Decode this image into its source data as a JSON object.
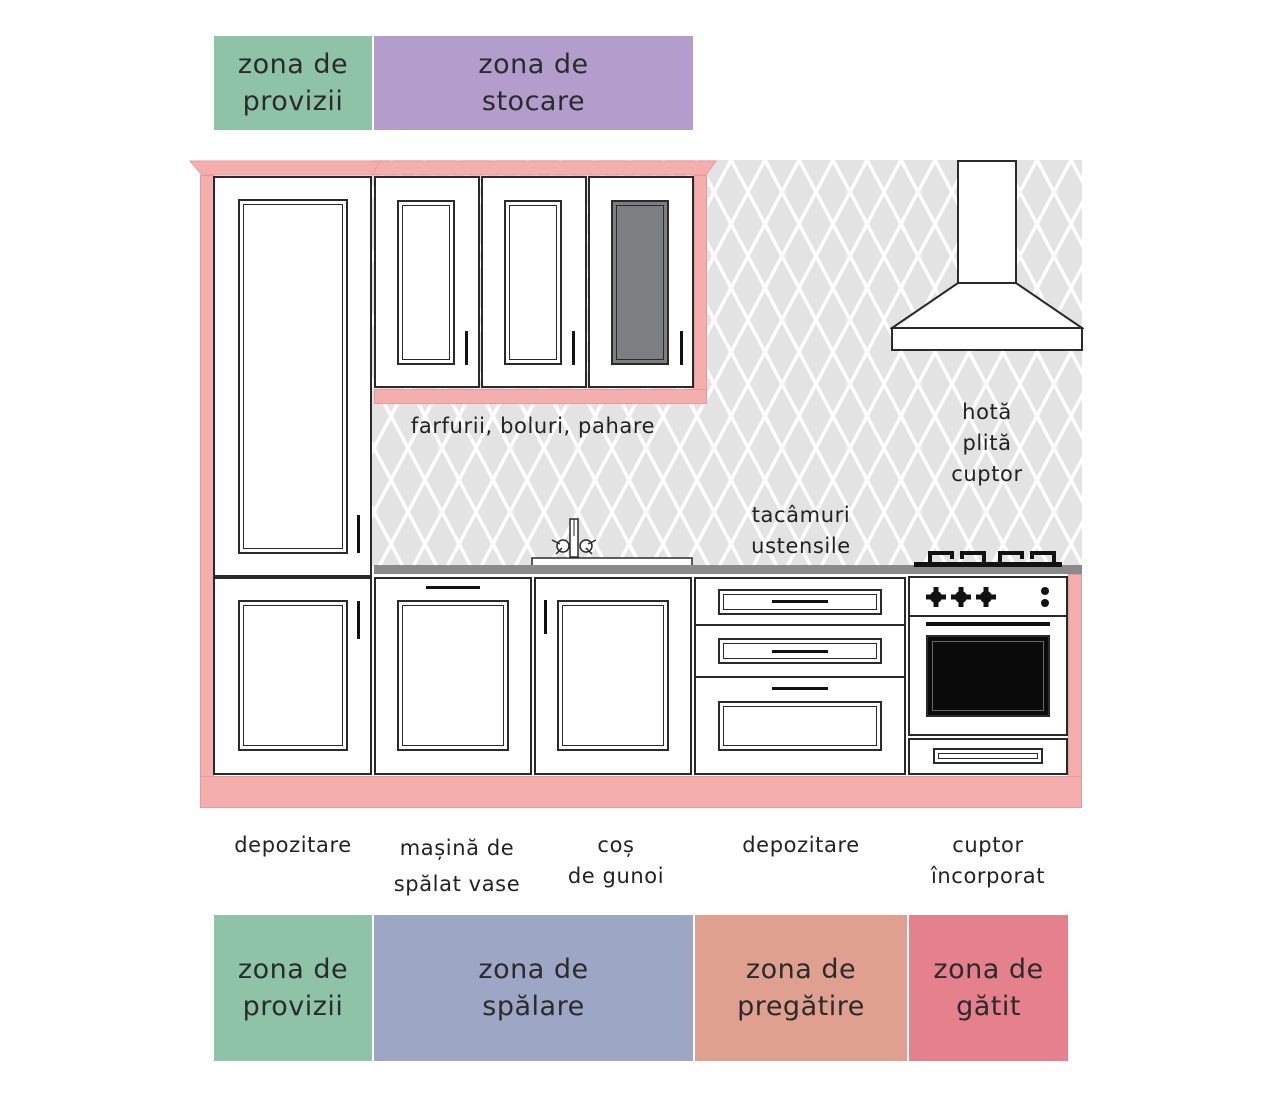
{
  "colors": {
    "provizii": "#8ec3a8",
    "stocare": "#b39dcc",
    "spalare": "#9ea6c5",
    "pregatire": "#e0a08f",
    "gatit": "#e5808d",
    "cabinet_trim": "#f5aeae",
    "backsplash": "#e3e3e3",
    "countertop": "#8a8a8a"
  },
  "top_zones": {
    "provizii": "zona de\nprovizii",
    "stocare": "zona de\nstocare"
  },
  "annotations": {
    "upper_cabinets": "farfurii, boluri, pahare",
    "hood_area": "hotă\nplită\ncuptor",
    "drawers_area": "tacâmuri\nustensile"
  },
  "base_labels": {
    "pantry": "depozitare",
    "dishwasher": "mașină de\nspălat vase",
    "trash": "coș\nde gunoi",
    "storage": "depozitare",
    "oven": "cuptor\nîncorporat"
  },
  "bottom_zones": {
    "provizii": "zona de\nprovizii",
    "spalare": "zona de\nspălare",
    "pregatire": "zona de\npregătire",
    "gatit": "zona de\ngătit"
  }
}
